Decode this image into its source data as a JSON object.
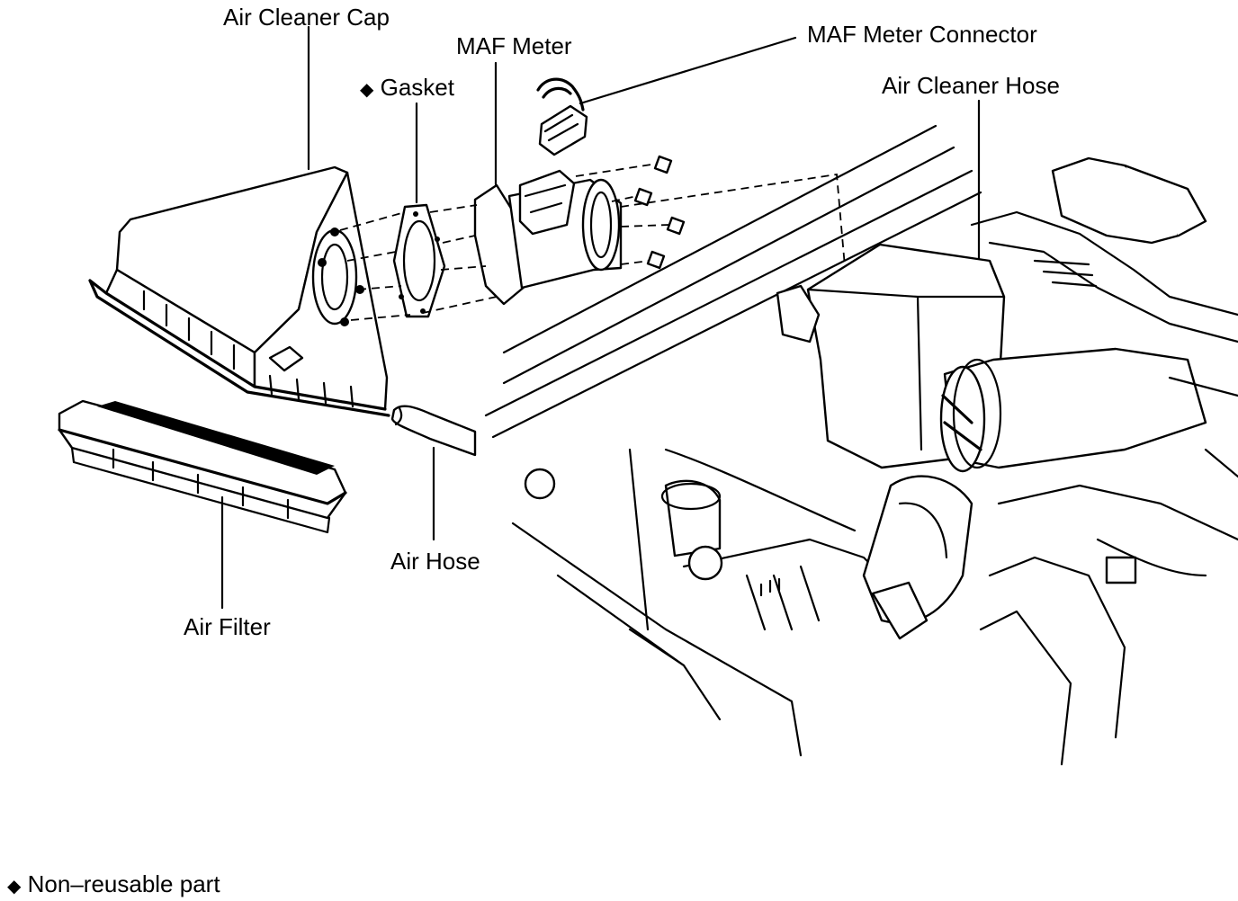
{
  "labels": {
    "air_cleaner_cap": "Air Cleaner Cap",
    "maf_meter": "MAF Meter",
    "maf_meter_connector": "MAF Meter Connector",
    "gasket": "Gasket",
    "gasket_marker": "◆",
    "air_cleaner_hose": "Air Cleaner Hose",
    "air_hose": "Air Hose",
    "air_filter": "Air Filter"
  },
  "legend": {
    "marker": "◆",
    "text": "Non–reusable part"
  }
}
